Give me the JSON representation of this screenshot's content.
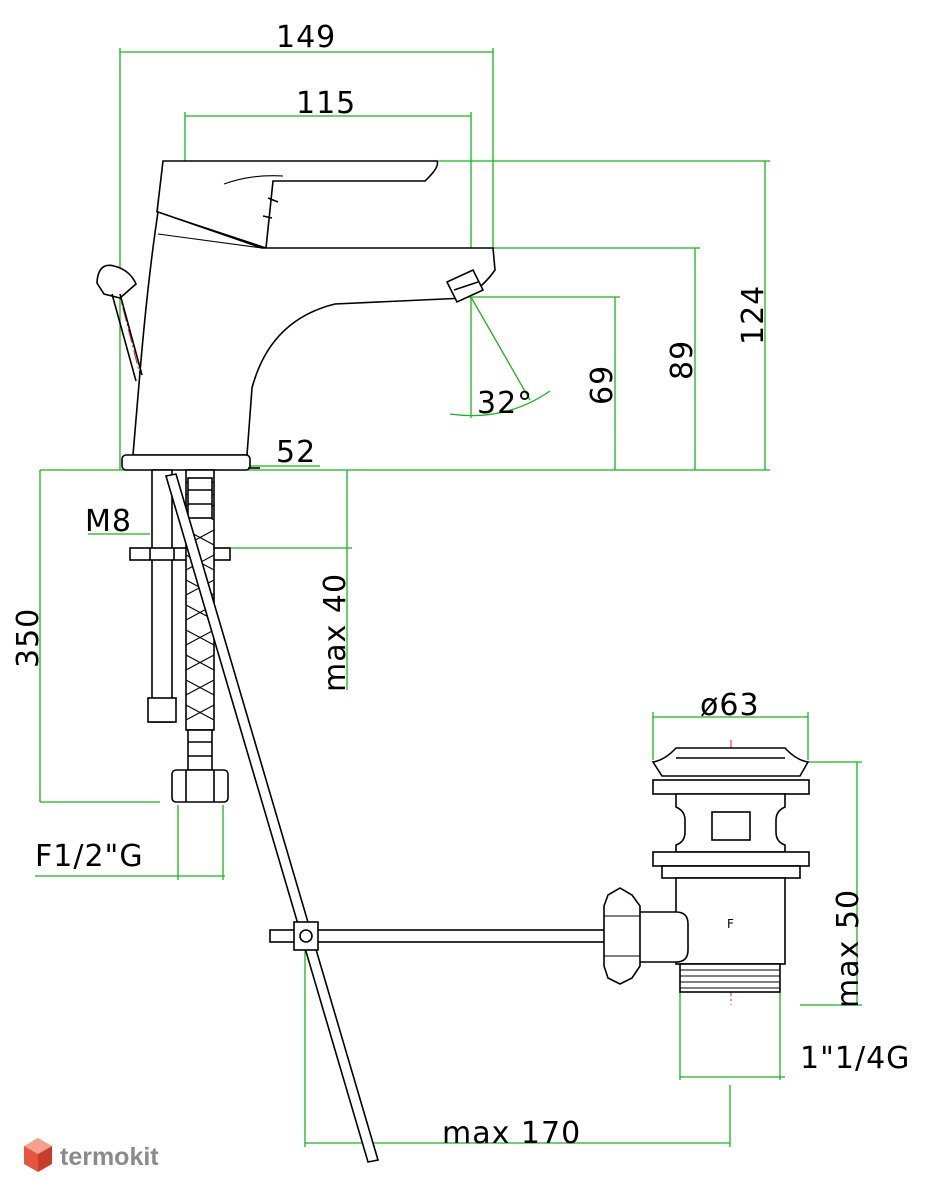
{
  "dimensions": {
    "width_overall": "149",
    "width_inner": "115",
    "height_total": "124",
    "height_spout": "89",
    "height_outlet": "69",
    "spout_angle": "32°",
    "base_diameter": "52",
    "rod_thread": "M8",
    "hose_length": "350",
    "mount_thickness": "max  40",
    "hose_thread": "F1/2\"G",
    "waste_diameter": "ø63",
    "waste_height": "max  50",
    "waste_thread": "1\"1/4G",
    "rod_reach": "max  170",
    "waste_mark": "F"
  },
  "brand": {
    "name": "termokit",
    "text_color": "#8a8a8a",
    "logo_colors": [
      "#e8553f",
      "#f3a08e",
      "#c93c2b"
    ]
  },
  "colors": {
    "dimension_line": "#19b419",
    "outline": "#000000",
    "centerline": "#e02020"
  }
}
